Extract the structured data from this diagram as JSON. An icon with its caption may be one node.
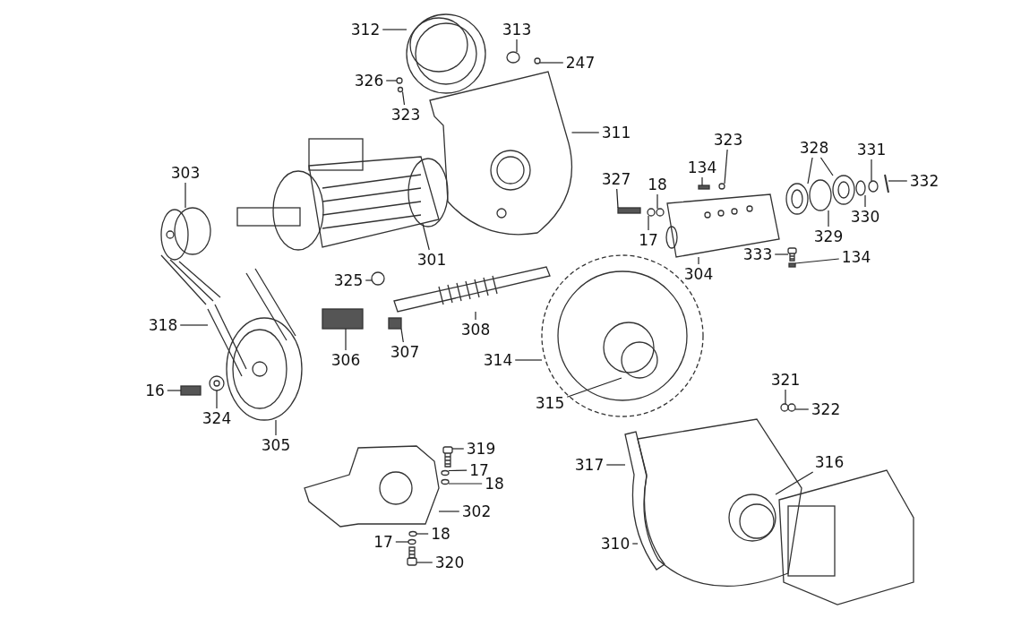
{
  "diagram": {
    "nodes": [
      {
        "text": [
          "312"
        ]
      },
      {
        "text": [
          "313"
        ]
      },
      {
        "text": [
          "247"
        ]
      },
      {
        "text": [
          "326"
        ]
      },
      {
        "text": [
          "323"
        ]
      },
      {
        "text": [
          "311"
        ]
      },
      {
        "text": [
          "303"
        ]
      },
      {
        "text": [
          "301"
        ]
      },
      {
        "text": [
          "323"
        ]
      },
      {
        "text": [
          "134"
        ]
      },
      {
        "text": [
          "327"
        ]
      },
      {
        "text": [
          "18"
        ]
      },
      {
        "text": [
          "17"
        ]
      },
      {
        "text": [
          "304"
        ]
      },
      {
        "text": [
          "328"
        ]
      },
      {
        "text": [
          "331"
        ]
      },
      {
        "text": [
          "332"
        ]
      },
      {
        "text": [
          "330"
        ]
      },
      {
        "text": [
          "329"
        ]
      },
      {
        "text": [
          "333"
        ]
      },
      {
        "text": [
          "134"
        ]
      },
      {
        "text": [
          "325"
        ]
      },
      {
        "text": [
          "318"
        ]
      },
      {
        "text": [
          "306"
        ]
      },
      {
        "text": [
          "307"
        ]
      },
      {
        "text": [
          "308"
        ]
      },
      {
        "text": [
          "314"
        ]
      },
      {
        "text": [
          "16"
        ]
      },
      {
        "text": [
          "324"
        ]
      },
      {
        "text": [
          "315"
        ]
      },
      {
        "text": [
          "305"
        ]
      },
      {
        "text": [
          "321"
        ]
      },
      {
        "text": [
          "322"
        ]
      },
      {
        "text": [
          "319"
        ]
      },
      {
        "text": [
          "17"
        ]
      },
      {
        "text": [
          "18"
        ]
      },
      {
        "text": [
          "317"
        ]
      },
      {
        "text": [
          "316"
        ]
      },
      {
        "text": [
          "302"
        ]
      },
      {
        "text": [
          "310"
        ]
      },
      {
        "text": [
          "18"
        ]
      },
      {
        "text": [
          "17"
        ]
      },
      {
        "text": [
          "320"
        ]
      },
      {
        "text": [],
        "shape": "picture"
      },
      {
        "text": [],
        "shape": "circle"
      },
      {
        "text": [],
        "shape": "circle"
      },
      {
        "text": [],
        "shape": "circle"
      },
      {
        "text": [],
        "shape": "circle"
      },
      {
        "text": [],
        "shape": "picture"
      },
      {
        "text": [],
        "shape": "picture"
      },
      {
        "text": [],
        "shape": "picture"
      },
      {
        "text": [],
        "shape": "circle"
      },
      {
        "text": [],
        "shape": "box"
      },
      {
        "text": [],
        "shape": "box"
      },
      {
        "text": [],
        "shape": "circle"
      },
      {
        "text": [],
        "shape": "circle"
      },
      {
        "text": [],
        "shape": "picture"
      },
      {
        "text": [],
        "shape": "picture"
      },
      {
        "text": [],
        "shape": "picture"
      },
      {
        "text": [],
        "shape": "circle"
      },
      {
        "text": [],
        "shape": "bar"
      },
      {
        "text": [],
        "shape": "circle"
      },
      {
        "text": [],
        "shape": "circle"
      },
      {
        "text": [],
        "shape": "picture"
      },
      {
        "text": [],
        "shape": "box"
      },
      {
        "text": [],
        "shape": "circle"
      },
      {
        "text": [],
        "shape": "picture"
      },
      {
        "text": [],
        "shape": "box"
      },
      {
        "text": [],
        "shape": "box"
      },
      {
        "text": [],
        "shape": "picture"
      },
      {
        "text": [],
        "shape": "picture"
      },
      {
        "text": [],
        "shape": "box"
      },
      {
        "text": [],
        "shape": "picture"
      },
      {
        "text": [],
        "shape": "circle",
        "in": 70
      },
      {
        "text": [],
        "shape": "picture"
      },
      {
        "text": [],
        "shape": "circle"
      },
      {
        "text": [],
        "shape": "circle"
      },
      {
        "text": [],
        "shape": "picture"
      },
      {
        "text": [],
        "shape": "circle"
      },
      {
        "text": [],
        "shape": "circle"
      },
      {
        "text": [],
        "shape": "picture"
      },
      {
        "text": [],
        "shape": "picture",
        "in": 83
      },
      {
        "text": [],
        "shape": "picture"
      },
      {
        "text": [],
        "shape": "picture"
      },
      {
        "text": [],
        "shape": "circle"
      },
      {
        "text": [],
        "shape": "circle"
      },
      {
        "text": [],
        "shape": "picture"
      }
    ],
    "edges": [
      {
        "from": 0,
        "to": 43,
        "arrow": "none"
      },
      {
        "from": 1,
        "to": 44,
        "arrow": "none"
      },
      {
        "from": 2,
        "to": 45,
        "arrow": "none"
      },
      {
        "from": 3,
        "to": 46,
        "arrow": "none"
      },
      {
        "from": 4,
        "to": 47,
        "arrow": "none"
      },
      {
        "from": 5,
        "to": 48,
        "arrow": "none"
      },
      {
        "from": 6,
        "to": 49,
        "arrow": "none"
      },
      {
        "from": 7,
        "to": 50,
        "arrow": "none"
      },
      {
        "from": 8,
        "to": 51,
        "arrow": "none"
      },
      {
        "from": 9,
        "to": 52,
        "arrow": "none"
      },
      {
        "from": 10,
        "to": 53,
        "arrow": "none"
      },
      {
        "from": 11,
        "to": 54,
        "arrow": "none"
      },
      {
        "from": 12,
        "to": 55,
        "arrow": "none"
      },
      {
        "from": 13,
        "to": 56,
        "arrow": "none"
      },
      {
        "from": 14,
        "to": 57,
        "arrow": "none"
      },
      {
        "from": 14,
        "to": 58,
        "arrow": "none"
      },
      {
        "from": 15,
        "to": 59,
        "arrow": "none"
      },
      {
        "from": 16,
        "to": 60,
        "arrow": "none"
      },
      {
        "from": 17,
        "to": 61,
        "arrow": "none"
      },
      {
        "from": 18,
        "to": 62,
        "arrow": "none"
      },
      {
        "from": 19,
        "to": 63,
        "arrow": "none"
      },
      {
        "from": 20,
        "to": 64,
        "arrow": "none"
      },
      {
        "from": 21,
        "to": 65,
        "arrow": "none"
      },
      {
        "from": 22,
        "to": 66,
        "arrow": "none"
      },
      {
        "from": 23,
        "to": 67,
        "arrow": "none"
      },
      {
        "from": 24,
        "to": 68,
        "arrow": "none"
      },
      {
        "from": 25,
        "to": 69,
        "arrow": "none"
      },
      {
        "from": 26,
        "to": 70,
        "arrow": "none"
      },
      {
        "from": 27,
        "to": 71,
        "arrow": "none"
      },
      {
        "from": 28,
        "to": 72,
        "arrow": "none"
      },
      {
        "from": 29,
        "to": 73,
        "arrow": "none"
      },
      {
        "from": 30,
        "to": 74,
        "arrow": "none"
      },
      {
        "from": 31,
        "to": 75,
        "arrow": "none"
      },
      {
        "from": 32,
        "to": 76,
        "arrow": "none"
      },
      {
        "from": 33,
        "to": 77,
        "arrow": "none"
      },
      {
        "from": 34,
        "to": 78,
        "arrow": "none"
      },
      {
        "from": 35,
        "to": 79,
        "arrow": "none"
      },
      {
        "from": 36,
        "to": 80,
        "arrow": "none"
      },
      {
        "from": 37,
        "to": 81,
        "arrow": "none"
      },
      {
        "from": 38,
        "to": 82,
        "arrow": "none"
      },
      {
        "from": 39,
        "to": 83,
        "arrow": "none"
      },
      {
        "from": 40,
        "to": 84,
        "arrow": "none"
      },
      {
        "from": 41,
        "to": 85,
        "arrow": "none"
      },
      {
        "from": 42,
        "to": 86,
        "arrow": "none"
      }
    ]
  }
}
